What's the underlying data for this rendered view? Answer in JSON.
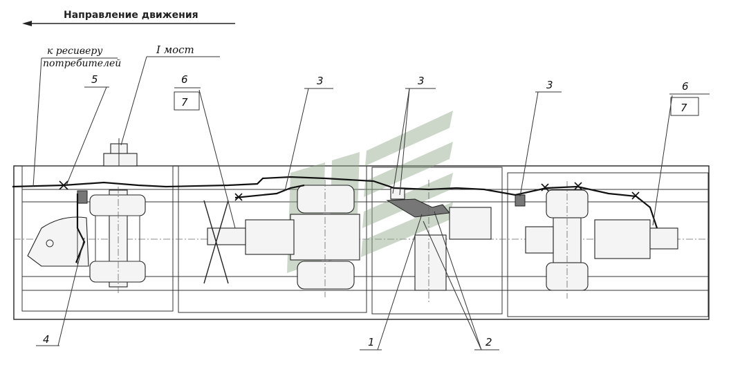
{
  "diagram": {
    "title": "Направление движения",
    "receiver_label": {
      "line1": "к ресиверу",
      "line2": "потребителей"
    },
    "axle_label": "I мост",
    "callouts": {
      "c1": "1",
      "c2": "2",
      "c3a": "3",
      "c3b": "3",
      "c3c": "3",
      "c4": "4",
      "c5": "5",
      "c6a": "6",
      "c7a": "7",
      "c6b": "6",
      "c7b": "7"
    },
    "watermark_color": "#8fa888"
  }
}
